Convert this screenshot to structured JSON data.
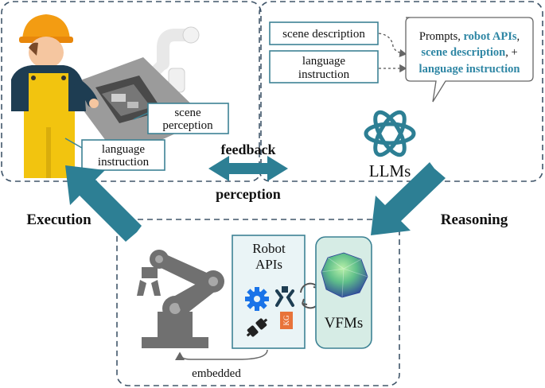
{
  "left_panel": {
    "scene_perception_label": [
      "scene",
      "perception"
    ],
    "language_instruction_label": [
      "language",
      "instruction"
    ]
  },
  "right_panel": {
    "scene_description_label": "scene description",
    "language_instruction_label": [
      "language",
      "instruction"
    ],
    "prompt_bubble": {
      "line1_prefix": "Prompts, ",
      "line1_highlight": "robot APIs",
      "line1_suffix": ",",
      "line2_highlight": "scene description",
      "line2_suffix": ", +",
      "line3_highlight": "language instruction"
    },
    "llm_label": "LLMs"
  },
  "middle": {
    "feedback_label": "feedback",
    "perception_label": "perception"
  },
  "side_labels": {
    "execution": "Execution",
    "reasoning": "Reasoning"
  },
  "bottom_panel": {
    "robot_apis_label": [
      "Robot",
      "APIs"
    ],
    "kg_badge": "KG",
    "vfms_label": "VFMs",
    "embedded_label": "embedded"
  },
  "colors": {
    "accent_teal": "#2d7f94",
    "box_border": "#3d8294",
    "highlight_text": "#2e86a4",
    "dashed_border": "#41566a",
    "vfm_box_fill": "#d6ece5",
    "robot_apis_fill": "#eaf4f6"
  }
}
